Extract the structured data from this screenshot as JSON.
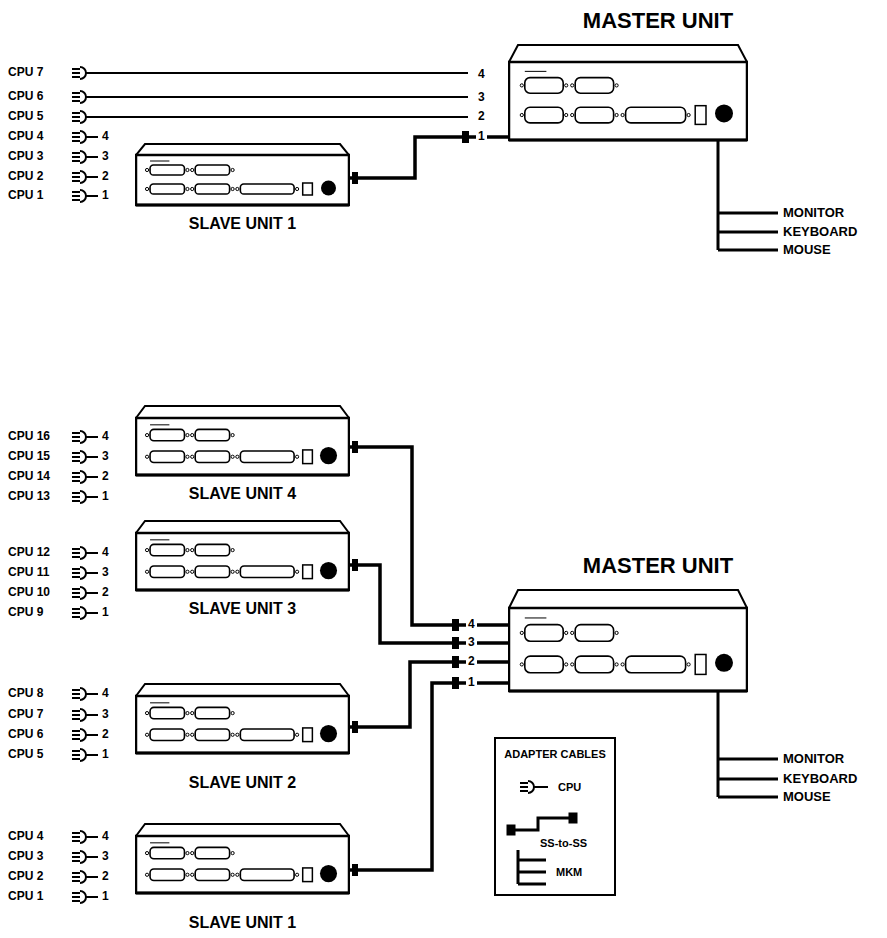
{
  "diagram": {
    "nodes": [
      {
        "text": [
          "MASTER UNIT"
        ]
      },
      {
        "text": [
          "SLAVE UNIT 1"
        ]
      },
      {
        "text": [
          "SLAVE UNIT 4"
        ]
      },
      {
        "text": [
          "SLAVE UNIT 3"
        ]
      },
      {
        "text": [
          "MASTER UNIT"
        ]
      },
      {
        "text": [
          "SLAVE UNIT 2"
        ]
      },
      {
        "text": [
          "SLAVE UNIT 1"
        ]
      }
    ],
    "edges": [
      {
        "from": 1,
        "to": 0,
        "arrow": "none"
      },
      {
        "from": 2,
        "to": 4,
        "arrow": "none"
      },
      {
        "from": 3,
        "to": 4,
        "arrow": "none"
      },
      {
        "from": 5,
        "to": 4,
        "arrow": "none"
      },
      {
        "from": 6,
        "to": 4,
        "arrow": "none"
      }
    ],
    "labels": [
      "CPU 7",
      "CPU 6",
      "CPU 5",
      "CPU 4",
      "CPU 3",
      "CPU 2",
      "CPU 1",
      "4",
      "3",
      "2",
      "1",
      "4",
      "3",
      "2",
      "1",
      "MONITOR",
      "KEYBOARD",
      "MOUSE",
      "CPU 16",
      "CPU 15",
      "CPU 14",
      "CPU 13",
      "4",
      "3",
      "2",
      "1",
      "CPU 12",
      "CPU 11",
      "CPU 10",
      "CPU 9",
      "4",
      "3",
      "2",
      "1",
      "CPU 8",
      "CPU 7",
      "CPU 6",
      "CPU 5",
      "4",
      "3",
      "2",
      "1",
      "CPU 4",
      "CPU 3",
      "CPU 2",
      "CPU 1",
      "4",
      "3",
      "2",
      "1",
      "4",
      "3",
      "2",
      "1",
      "MONITOR",
      "KEYBOARD",
      "MOUSE",
      "ADAPTER CABLES"
    ],
    "legend": [
      {
        "text": "CPU"
      },
      {
        "text": "SS-to-SS"
      },
      {
        "text": "MKM"
      }
    ]
  }
}
